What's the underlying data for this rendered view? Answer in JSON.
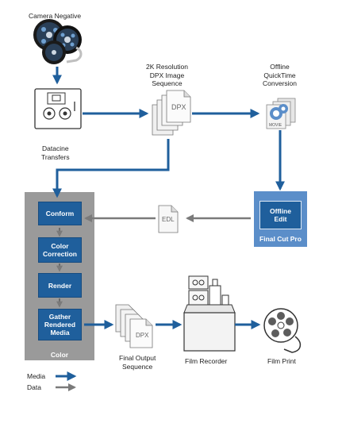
{
  "nodes": {
    "camera_negative": "Camera Negative",
    "datacine": [
      "Datacine",
      "Transfers"
    ],
    "dpx_sequence": [
      "2K Resolution",
      "DPX Image",
      "Sequence"
    ],
    "offline_conversion": [
      "Offline",
      "QuickTime",
      "Conversion"
    ],
    "offline_edit": [
      "Offline",
      "Edit"
    ],
    "final_cut_pro": "Final Cut Pro",
    "edl_icon_text": "EDL",
    "dpx_icon_text": "DPX",
    "movie_icon_text": "MOVIE",
    "color_panel": "Color",
    "color_steps": [
      [
        "Conform"
      ],
      [
        "Color",
        "Correction"
      ],
      [
        "Render"
      ],
      [
        "Gather",
        "Rendered",
        "Media"
      ]
    ],
    "final_output": [
      "Final Output",
      "Sequence"
    ],
    "film_recorder": "Film Recorder",
    "film_print": "Film Print"
  },
  "legend": {
    "media": "Media",
    "data": "Data"
  },
  "colors": {
    "media_arrow": "#1f5f9c",
    "data_arrow": "#7a7a7a",
    "step_box": "#1f5f9c",
    "color_panel": "#9a9a9a",
    "fcp_panel": "#5b8ec9"
  }
}
